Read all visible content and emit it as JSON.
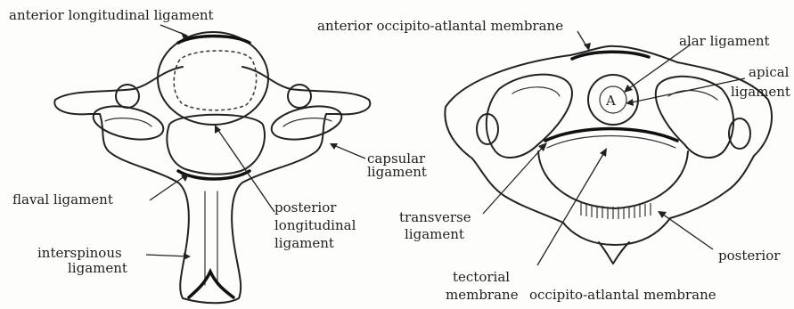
{
  "labels": {
    "anterior_longitudinal_ligament": "anterior longitudinal ligament",
    "capsular_ligament_1": "capsular",
    "capsular_ligament_2": "ligament",
    "flaval_ligament": "flaval ligament",
    "posterior_longitudinal_1": "posterior",
    "posterior_longitudinal_2": "longitudinal",
    "posterior_longitudinal_3": "ligament",
    "interspinous_1": "interspinous",
    "interspinous_2": "ligament",
    "anterior_occipito_atlantal_membrane": "anterior occipito-atlantal membrane",
    "alar_ligament": "alar ligament",
    "apical_ligament_1": "apical",
    "apical_ligament_2": "ligament",
    "transverse_ligament_1": "transverse",
    "transverse_ligament_2": "ligament",
    "tectorial_membrane_1": "tectorial",
    "tectorial_membrane_2": "membrane",
    "posterior_occipito_atlantal_1": "posterior",
    "posterior_occipito_atlantal_2": "occipito-atlantal membrane"
  }
}
